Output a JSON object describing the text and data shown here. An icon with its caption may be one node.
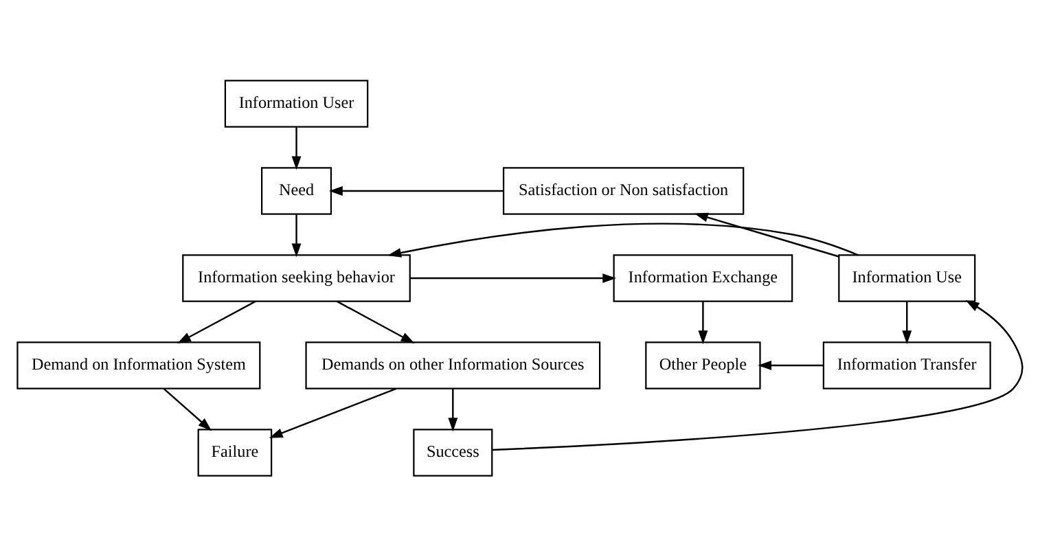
{
  "diagram": {
    "nodes": [
      {
        "text": [
          "Information User"
        ]
      },
      {
        "text": [
          "Satisfaction or Non satisfaction"
        ]
      },
      {
        "text": [
          "Need"
        ]
      },
      {
        "text": [
          "Information Use"
        ]
      },
      {
        "text": [
          "Information seeking behavior"
        ]
      },
      {
        "text": [
          "Information Exchange"
        ]
      },
      {
        "text": [
          "Demand on Information System"
        ]
      },
      {
        "text": [
          "Demands on other Information Sources"
        ]
      },
      {
        "text": [
          "Other People"
        ]
      },
      {
        "text": [
          "Success"
        ]
      },
      {
        "text": [
          "Failure"
        ]
      },
      {
        "text": [
          "Information Transfer"
        ]
      }
    ],
    "edges": [
      {
        "from": 0,
        "to": 2,
        "arrow": "to"
      },
      {
        "from": 1,
        "to": 2,
        "arrow": "to"
      },
      {
        "from": 3,
        "to": 1,
        "arrow": "to"
      },
      {
        "from": 2,
        "to": 4,
        "arrow": "to"
      },
      {
        "from": 3,
        "to": 4,
        "arrow": "to"
      },
      {
        "from": 4,
        "to": 5,
        "arrow": "to"
      },
      {
        "from": 4,
        "to": 6,
        "arrow": "to"
      },
      {
        "from": 4,
        "to": 7,
        "arrow": "to"
      },
      {
        "from": 6,
        "to": 10,
        "arrow": "to"
      },
      {
        "from": 7,
        "to": 10,
        "arrow": "to"
      },
      {
        "from": 7,
        "to": 9,
        "arrow": "to"
      },
      {
        "from": 9,
        "to": 3,
        "arrow": "to"
      },
      {
        "from": 3,
        "to": 11,
        "arrow": "to"
      },
      {
        "from": 5,
        "to": 8,
        "arrow": "to"
      },
      {
        "from": 11,
        "to": 8,
        "arrow": "to"
      }
    ]
  }
}
